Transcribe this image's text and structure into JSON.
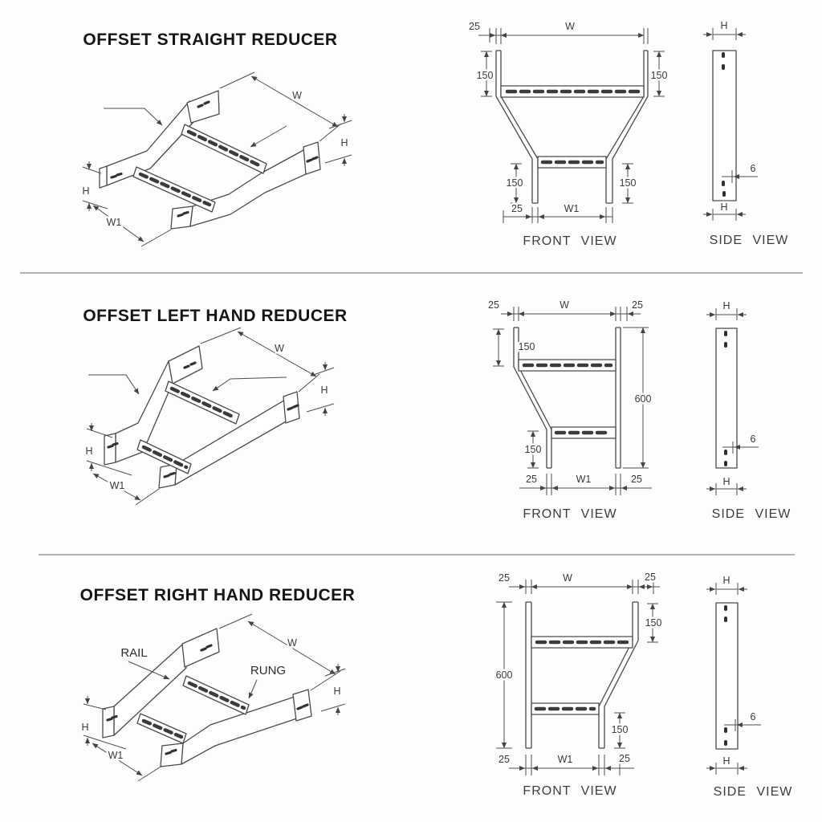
{
  "colors": {
    "background": "#fdfdfd",
    "line": "#4a4a4a",
    "title_text": "#151515",
    "dimension_text": "#3a3a3a",
    "divider": "#b3b3b3"
  },
  "sections": [
    {
      "title": "OFFSET STRAIGHT REDUCER",
      "iso": {
        "w": "W",
        "h_right": "H",
        "h_left": "H",
        "w1": "W1"
      },
      "front": {
        "caption": "FRONT VIEW",
        "top_left_offset": "25",
        "width_label": "W",
        "upper_left": "150",
        "upper_right": "150",
        "lower_left": "150",
        "lower_right": "150",
        "bottom_left_offset": "25",
        "bottom_width_label": "W1"
      },
      "side": {
        "caption": "SIDE VIEW",
        "h_top": "H",
        "h_bottom": "H",
        "thickness": "6"
      }
    },
    {
      "title": "OFFSET LEFT HAND REDUCER",
      "iso": {
        "w": "W",
        "h_right": "H",
        "h_left": "H",
        "w1": "W1"
      },
      "front": {
        "caption": "FRONT VIEW",
        "top_left_offset": "25",
        "width_label": "W",
        "top_right_offset": "25",
        "upper_left": "150",
        "overall_height": "600",
        "lower_left": "150",
        "bottom_left_offset": "25",
        "bottom_width_label": "W1",
        "bottom_right_offset": "25"
      },
      "side": {
        "caption": "SIDE VIEW",
        "h_top": "H",
        "h_bottom": "H",
        "thickness": "6"
      }
    },
    {
      "title": "OFFSET RIGHT HAND REDUCER",
      "iso": {
        "w": "W",
        "h_right": "H",
        "h_left": "H",
        "w1": "W1",
        "rail": "RAIL",
        "rung": "RUNG"
      },
      "front": {
        "caption": "FRONT VIEW",
        "top_left_offset": "25",
        "width_label": "W",
        "top_right_offset": "25",
        "upper_right": "150",
        "overall_height": "600",
        "lower_right": "150",
        "bottom_left_offset": "25",
        "bottom_width_label": "W1",
        "bottom_right_offset": "25"
      },
      "side": {
        "caption": "SIDE VIEW",
        "h_top": "H",
        "h_bottom": "H",
        "thickness": "6"
      }
    }
  ]
}
